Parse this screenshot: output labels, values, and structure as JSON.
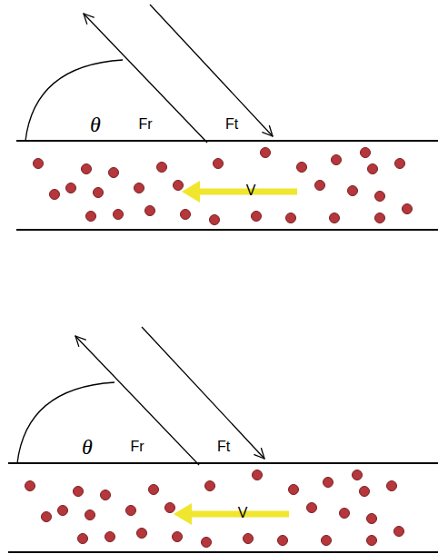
{
  "diagram": {
    "labels": [
      "θ",
      "Fr",
      "Ft",
      "V",
      "θ",
      "Fr",
      "Ft",
      "V"
    ]
  }
}
